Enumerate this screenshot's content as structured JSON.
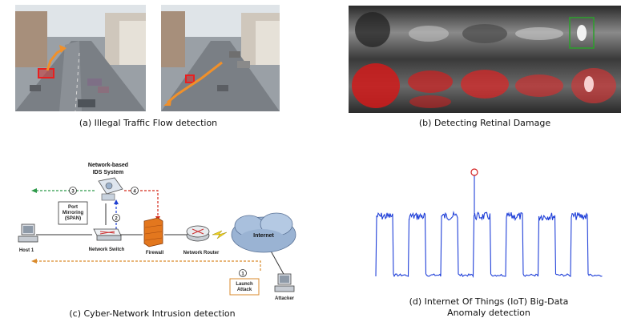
{
  "panels": {
    "traffic": {
      "caption": "(a) Illegal Traffic Flow detection"
    },
    "retinal": {
      "caption": "(b) Detecting Retinal Damage"
    },
    "network": {
      "caption": "(c) Cyber-Network Intrusion detection",
      "labels": {
        "ids_line1": "Network-based",
        "ids_line2": "IDS System",
        "port_line1": "Port",
        "port_line2": "Mirroring",
        "port_line3": "(SPAN)",
        "host": "Host 1",
        "switch": "Network Switch",
        "firewall": "Firewall",
        "router": "Network Router",
        "internet": "Internet",
        "launch_line1": "Launch",
        "launch_line2": "Attack",
        "attacker": "Attacker",
        "step1": "1",
        "step2": "2",
        "step3": "3",
        "step4": "4"
      },
      "colors": {
        "green_flow": "#2e9a4a",
        "blue_flow": "#1f3fd1",
        "red_flow": "#d42a1a",
        "orange_flow": "#d98a2b",
        "firewall": "#e3771e"
      }
    },
    "iot": {
      "caption_line1": "(d) Internet Of Things (IoT) Big-Data",
      "caption_line2": "Anomaly detection",
      "signal_color": "#1f3fd8",
      "anomaly_color": "#d42020",
      "cycles": 7,
      "anomaly_cycle": 4
    }
  }
}
